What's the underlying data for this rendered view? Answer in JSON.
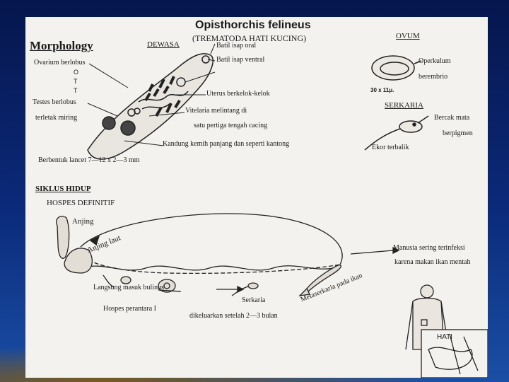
{
  "title": "Opisthorchis felineus",
  "subtitle": "(TREMATODA HATI KUCING)",
  "morphology": {
    "heading": "Morphology",
    "dewasa": "DEWASA",
    "labels": {
      "ovarium": "Ovarium berlobus",
      "otoo": "O",
      "otot": "T",
      "ototT": "T",
      "testes": "Testes berlobus",
      "testes2": "terletak miring",
      "batil_oral": "Batil isap oral",
      "batil_ventral": "Batil isap ventral",
      "uterus": "Uterus berkelok-kelok",
      "vitelaria1": "Vitelaria melintang di",
      "vitelaria2": "satu pertiga tengah cacing",
      "kandung": "Kandung kemih panjang dan seperti kantong",
      "bentuk": "Berbentuk lancet 7—12 x 2—3 mm"
    }
  },
  "ovum": {
    "heading": "OVUM",
    "operkulum": "Operkulum",
    "berembrio": "berembrio",
    "size": "30 x 11μ."
  },
  "serkaria": {
    "heading": "SERKARIA",
    "bercak": "Bercak mata",
    "berpigmen": "berpigmen",
    "ekor": "Ekor terbalik"
  },
  "siklus": {
    "heading": "SIKLUS HIDUP",
    "hospes": "HOSPES DEFINITIF",
    "anjing": "Anjing",
    "anjing_laut": "Anjing laut",
    "langsung": "Langsung masuk bulinus",
    "hospes_perantara": "Hospes perantara I",
    "serkaria": "Serkaria",
    "dikeluarkan": "dikeluarkan setelah 2—3 bulan",
    "metaserkaria": "Metaserkaria pada ikan",
    "manusia1": "Manusia sering terinfeksi",
    "manusia2": "karena makan ikan mentah",
    "hati": "HATI"
  },
  "colors": {
    "background": "#0b2a7a",
    "slide": "#f4f2ee",
    "ink": "#1a1a1a"
  }
}
